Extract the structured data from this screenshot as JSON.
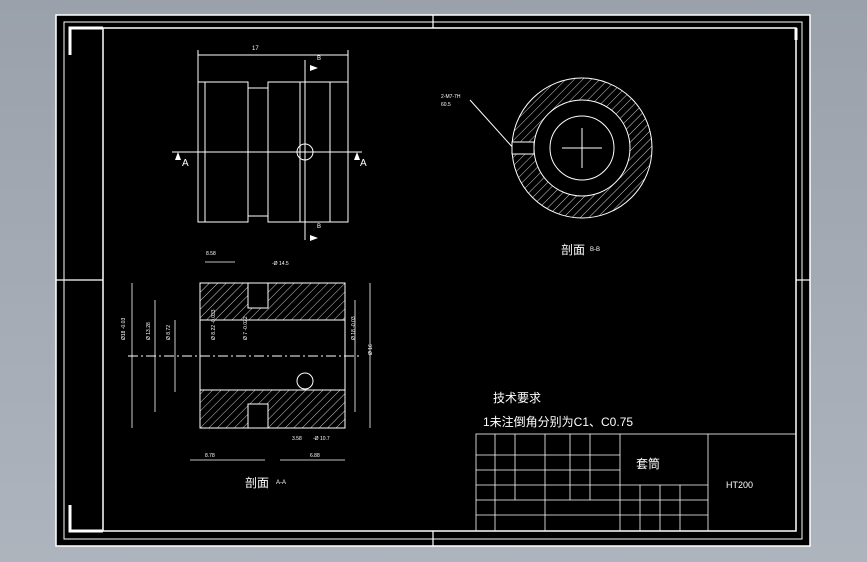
{
  "drawing": {
    "top_dim": "17",
    "section_B": "B",
    "section_A": "A",
    "bb_callout_line1": "2-M7-7H",
    "bb_callout_line2": "60.5",
    "bb_label": "剖面",
    "bb_suffix": "B-B",
    "aa_label": "剖面",
    "aa_suffix": "A-A",
    "dims": {
      "d1": "8.58",
      "d2": "-Ø 14.5",
      "d3": "Ø18 -0.03",
      "d4": "Ø 13.28",
      "d5": "Ø 8.72",
      "d6": "Ø 8.22 -0.033",
      "d7": "Ø 7 -0.022",
      "d8": "Ø 18 -0.03",
      "d9": "Ø 16",
      "d10": "3.58",
      "d11": "-Ø 10.7",
      "d12": "8.78",
      "d13": "6.88"
    }
  },
  "notes": {
    "title": "技术要求",
    "line1": "1未注倒角分别为C1、C0.75"
  },
  "title_block": {
    "part_name": "套筒",
    "material": "HT200"
  }
}
